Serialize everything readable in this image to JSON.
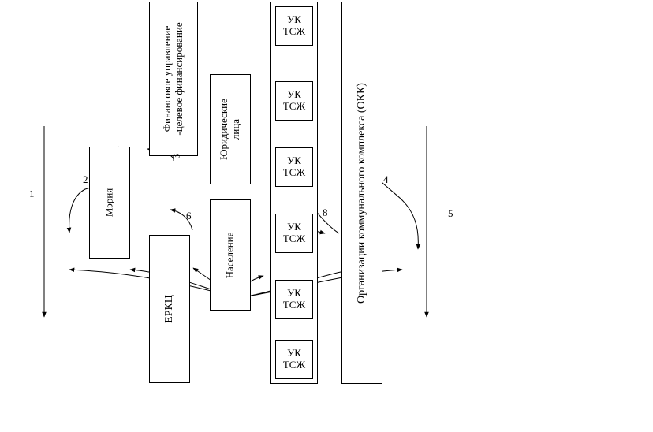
{
  "labels": {
    "finance": [
      "Финансовое управление",
      "-целевое финансирование"
    ],
    "legal": [
      "Юридические",
      "лица"
    ],
    "meria": "Мэрия",
    "population": "Население",
    "erkc": "ЕРКЦ",
    "okk": "Организации коммунального комплекса (ОКК)",
    "uk": "УК",
    "tszh": "ТСЖ"
  },
  "numbers": {
    "n1": "1",
    "n2": "2",
    "n3": "3",
    "n4": "4",
    "n5": "5",
    "n6": "6",
    "n8": "8"
  }
}
